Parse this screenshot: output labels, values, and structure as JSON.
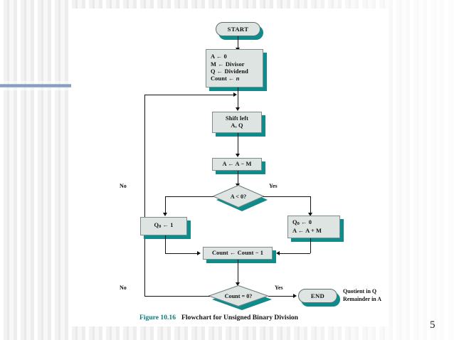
{
  "slide": {
    "page_number": "5",
    "accent_teal": "#0e8b8b",
    "box_fill": "#dde4e2",
    "caption_teal": "#0e7c7c"
  },
  "figure": {
    "caption_number": "Figure 10.16",
    "caption_text": "Flowchart for Unsigned Binary Division",
    "annotation_line1": "Quotient in Q",
    "annotation_line2": "Remainder in A"
  },
  "flowchart": {
    "type": "flowchart",
    "nodes": [
      {
        "id": "start",
        "shape": "terminal",
        "label": "START"
      },
      {
        "id": "init",
        "shape": "process",
        "lines": [
          "A ← 0",
          "M ← Divisor",
          "Q ← Dividend",
          "Count ← n"
        ]
      },
      {
        "id": "shift",
        "shape": "process",
        "lines": [
          "Shift left",
          "A, Q"
        ]
      },
      {
        "id": "subtract",
        "shape": "process",
        "lines": [
          "A ← A − M"
        ]
      },
      {
        "id": "test_neg",
        "shape": "decision",
        "label": "A < 0?",
        "no_label": "No",
        "yes_label": "Yes"
      },
      {
        "id": "set_q1",
        "shape": "process",
        "lines": [
          "Q0 ← 1"
        ]
      },
      {
        "id": "restore",
        "shape": "process",
        "lines": [
          "Q0 ← 0",
          "A ← A + M"
        ]
      },
      {
        "id": "dec_count",
        "shape": "process",
        "lines": [
          "Count ← Count − 1"
        ]
      },
      {
        "id": "test_cnt",
        "shape": "decision",
        "label": "Count = 0?",
        "no_label": "No",
        "yes_label": "Yes"
      },
      {
        "id": "end",
        "shape": "terminal",
        "label": "END"
      }
    ],
    "labels": {
      "start": "START",
      "init_l1": "A ← 0",
      "init_l2": "M ← Divisor",
      "init_l3": "Q ← Dividend",
      "init_l4_pre": "Count ← ",
      "init_l4_var": "n",
      "shift_l1": "Shift left",
      "shift_l2": "A, Q",
      "subtract": "A ← A − M",
      "test_neg": "A < 0?",
      "test_neg_no": "No",
      "test_neg_yes": "Yes",
      "set_q1_pre": "Q",
      "set_q1_sub": "0",
      "set_q1_post": " ← 1",
      "restore_l1_pre": "Q",
      "restore_l1_sub": "0",
      "restore_l1_post": " ← 0",
      "restore_l2": "A ← A + M",
      "dec_count": "Count ← Count − 1",
      "test_cnt": "Count = 0?",
      "test_cnt_no": "No",
      "test_cnt_yes": "Yes",
      "end": "END"
    }
  }
}
